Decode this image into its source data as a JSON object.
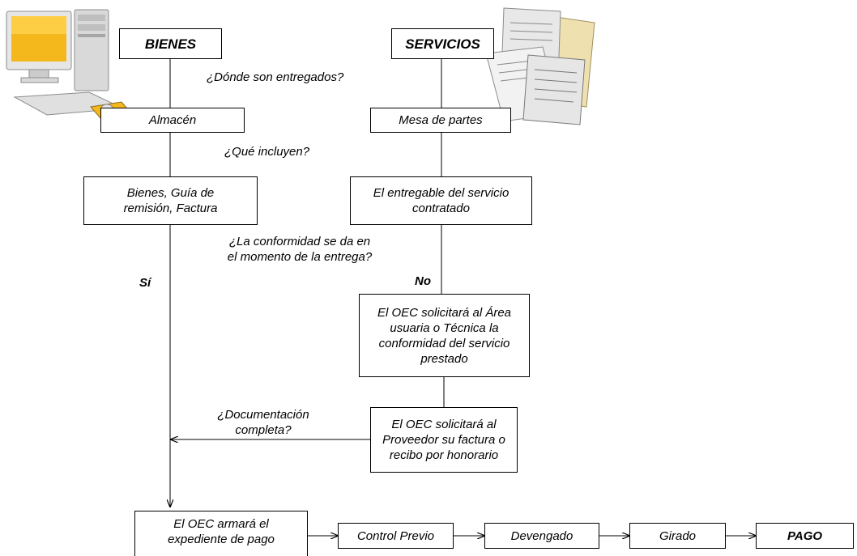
{
  "boxes": {
    "bienes": "BIENES",
    "servicios": "SERVICIOS",
    "almacen": "Almacén",
    "mesa_partes": "Mesa de partes",
    "bienes_guia_line1": "Bienes, Guía de",
    "bienes_guia_line2": "remisión, Factura",
    "entregable_line1": "El entregable del servicio",
    "entregable_line2": "contratado",
    "oec_area_line1": "El OEC solicitará al Área",
    "oec_area_line2": "usuaria o Técnica la",
    "oec_area_line3": "conformidad del servicio",
    "oec_area_line4": "prestado",
    "oec_proveedor_line1": "El OEC solicitará al",
    "oec_proveedor_line2": "Proveedor su factura o",
    "oec_proveedor_line3": "recibo por honorario",
    "expediente_line1": "El OEC armará el",
    "expediente_line2": "expediente de pago",
    "control_previo": "Control Previo",
    "devengado": "Devengado",
    "girado": "Girado",
    "pago": "PAGO"
  },
  "labels": {
    "q_donde": "¿Dónde son entregados?",
    "q_incluyen": "¿Qué incluyen?",
    "q_conformidad_line1": "¿La conformidad se da en",
    "q_conformidad_line2": "el momento de la entrega?",
    "si": "Sí",
    "no": "No",
    "q_documentacion_line1": "¿Documentación",
    "q_documentacion_line2": "completa?"
  },
  "icons": [
    "desktop-computer-icon",
    "documents-stack-icon"
  ]
}
